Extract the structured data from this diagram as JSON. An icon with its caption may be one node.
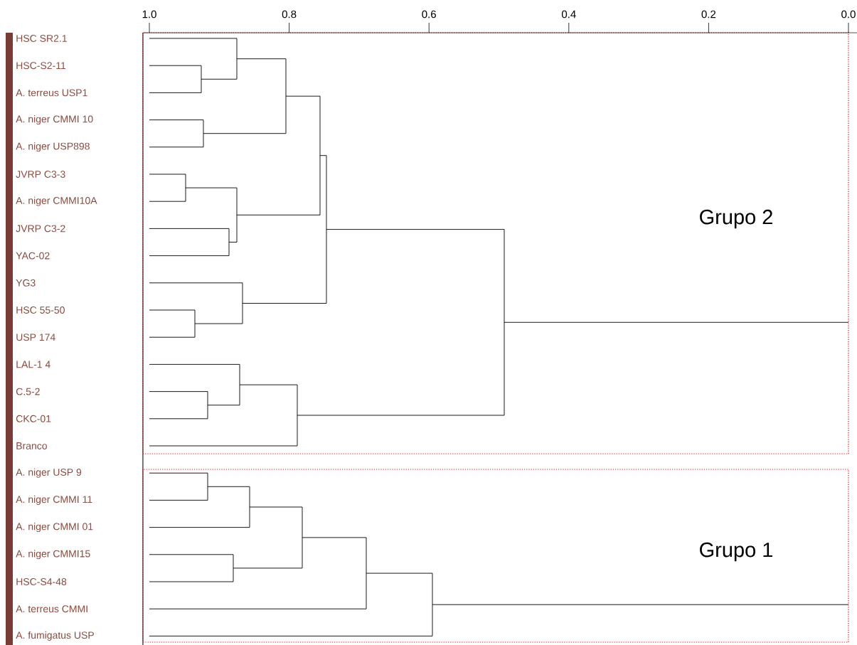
{
  "diagram": {
    "labels": [
      "1.0",
      "0.8",
      "0.6",
      "0.4",
      "0.2",
      "0.0",
      "HSC SR2.1",
      "HSC-S2-11",
      "A. terreus USP1",
      "A. niger CMMI 10",
      "A. niger USP898",
      "JVRP C3-3",
      "A. niger CMMI10A",
      "JVRP C3-2",
      "YAC-02",
      "YG3",
      "HSC 55-50",
      "USP 174",
      "LAL-1 4",
      "C.5-2",
      "CKC-01",
      "Branco",
      "A. niger USP 9",
      "A. niger CMMI 11",
      "A. niger CMMI 01",
      "A. niger CMMI15",
      "HSC-S4-48",
      "A. terreus CMMI",
      "A. fumigatus USP",
      "Grupo 2",
      "Grupo 1"
    ]
  }
}
